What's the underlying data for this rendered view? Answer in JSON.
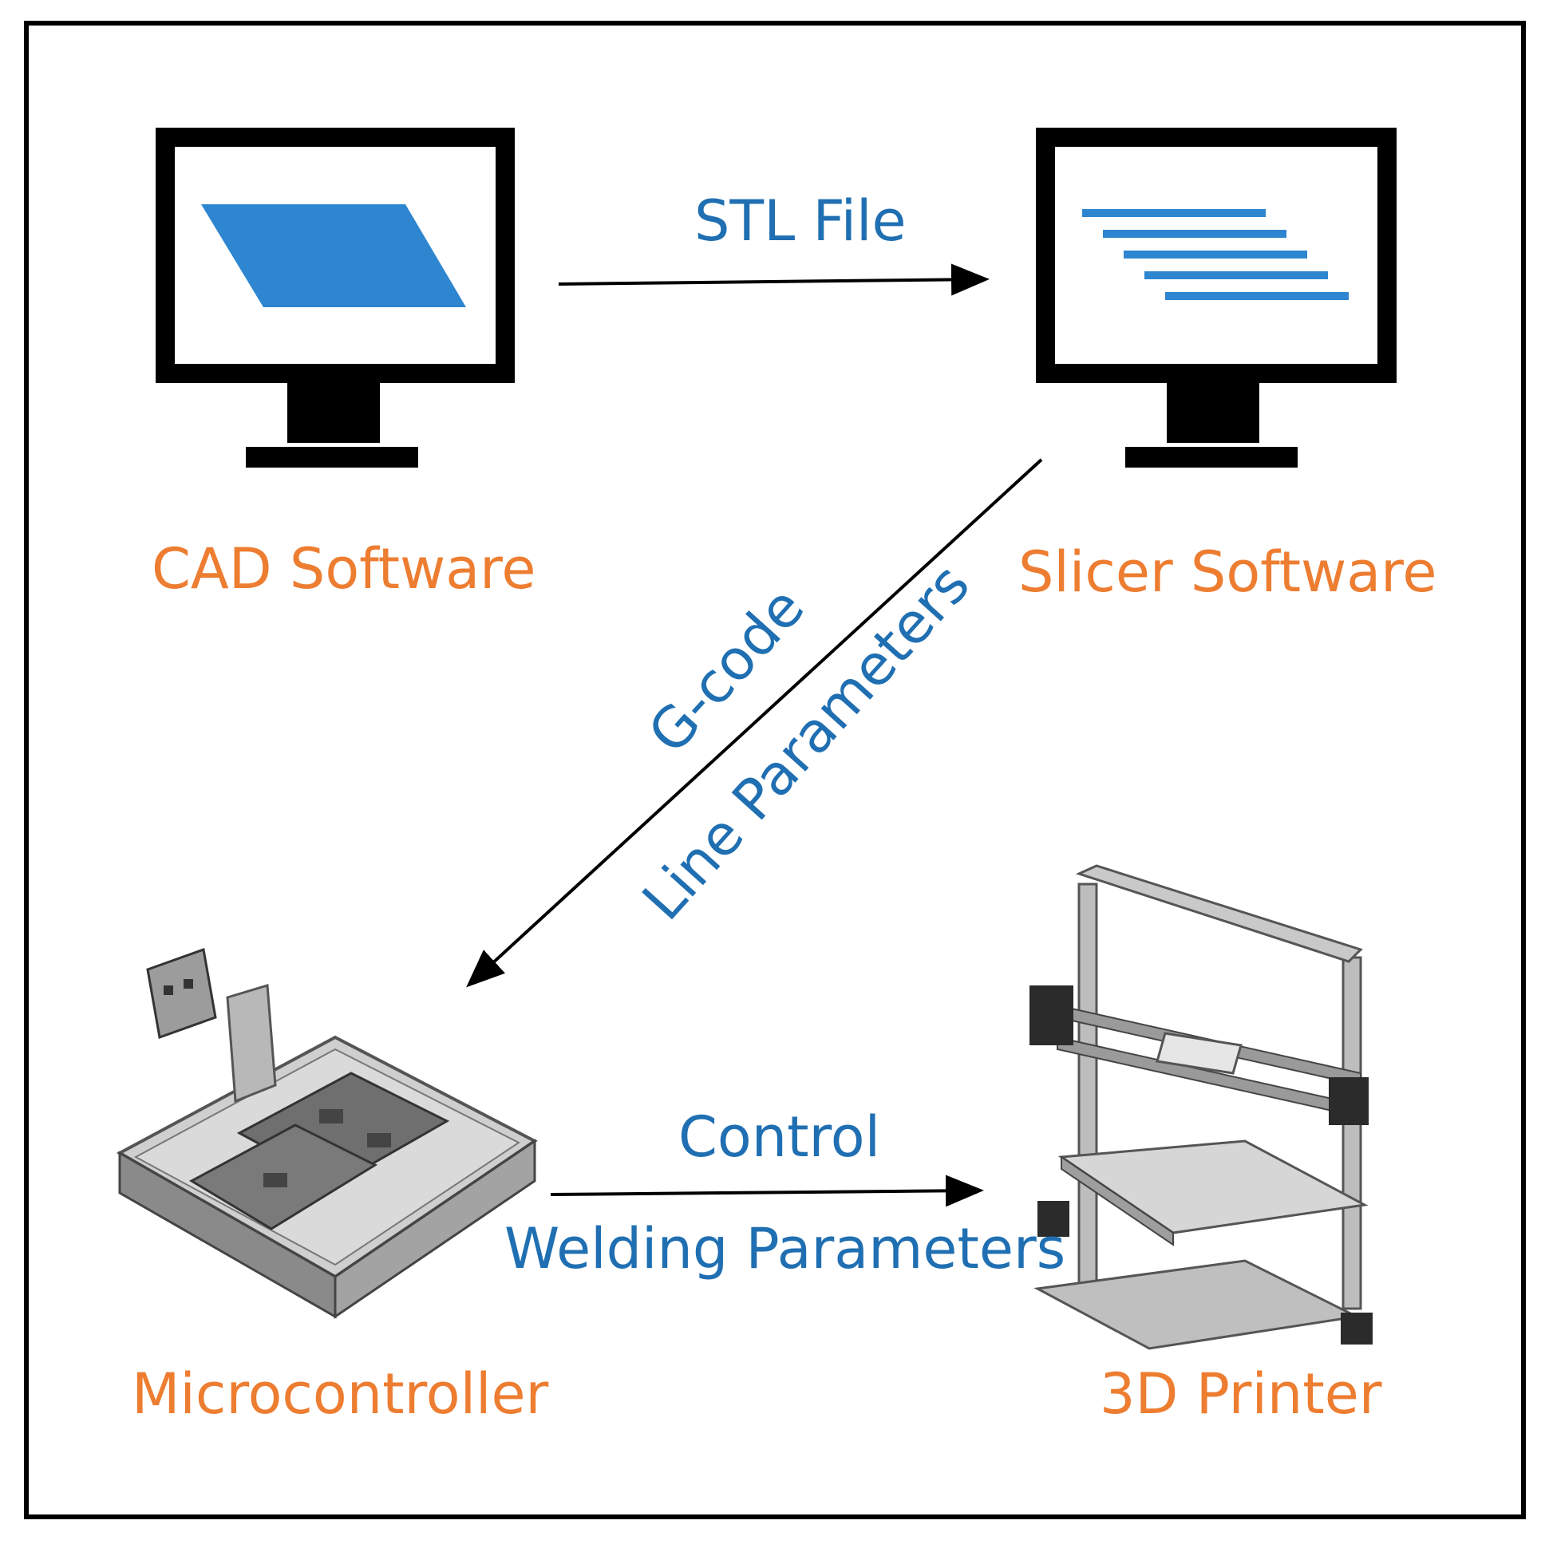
{
  "colors": {
    "node_label": "#ED7D31",
    "edge_label": "#1F6FB2",
    "accent_blue": "#2E86D0",
    "outline": "#000000"
  },
  "nodes": {
    "cad": {
      "label": "CAD Software",
      "icon": "monitor-cad-icon"
    },
    "slicer": {
      "label": "Slicer Software",
      "icon": "monitor-slicer-icon"
    },
    "micro": {
      "label": "Microcontroller",
      "icon": "microcontroller-board-icon"
    },
    "printer": {
      "label": "3D Printer",
      "icon": "3d-printer-icon"
    }
  },
  "edges": {
    "stl": {
      "label": "STL File"
    },
    "gcode": {
      "label_1": "G-code",
      "label_2": "Line Parameters"
    },
    "control": {
      "label_1": "Control",
      "label_2": "Welding Parameters"
    }
  }
}
